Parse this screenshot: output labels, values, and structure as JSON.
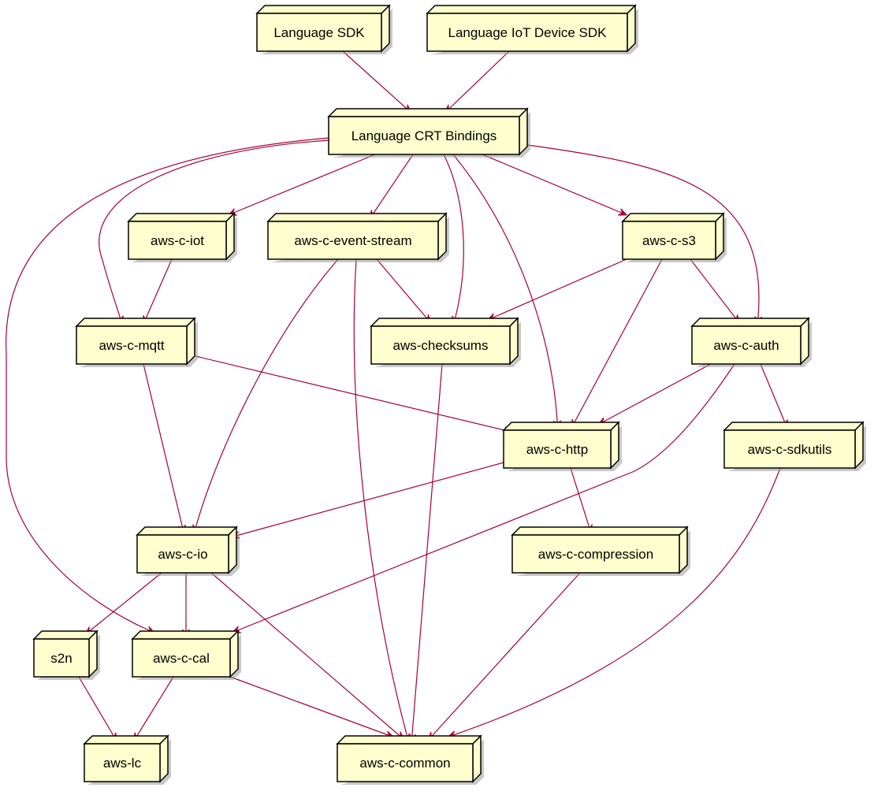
{
  "colors": {
    "node_fill": "#FEFECE",
    "node_border": "#000000",
    "edge": "#A80036"
  },
  "nodes": {
    "language_sdk": "Language SDK",
    "language_iot_device_sdk": "Language IoT Device SDK",
    "language_crt_bindings": "Language CRT Bindings",
    "aws_c_iot": "aws-c-iot",
    "aws_c_event_stream": "aws-c-event-stream",
    "aws_c_s3": "aws-c-s3",
    "aws_c_mqtt": "aws-c-mqtt",
    "aws_checksums": "aws-checksums",
    "aws_c_auth": "aws-c-auth",
    "aws_c_http": "aws-c-http",
    "aws_c_sdkutils": "aws-c-sdkutils",
    "aws_c_io": "aws-c-io",
    "aws_c_compression": "aws-c-compression",
    "s2n": "s2n",
    "aws_c_cal": "aws-c-cal",
    "aws_lc": "aws-lc",
    "aws_c_common": "aws-c-common"
  },
  "edges": [
    [
      "language_sdk",
      "language_crt_bindings"
    ],
    [
      "language_iot_device_sdk",
      "language_crt_bindings"
    ],
    [
      "language_crt_bindings",
      "aws_c_iot"
    ],
    [
      "language_crt_bindings",
      "aws_c_event_stream"
    ],
    [
      "language_crt_bindings",
      "aws_c_s3"
    ],
    [
      "language_crt_bindings",
      "aws_c_mqtt"
    ],
    [
      "language_crt_bindings",
      "aws_checksums"
    ],
    [
      "language_crt_bindings",
      "aws_c_auth"
    ],
    [
      "language_crt_bindings",
      "aws_c_http"
    ],
    [
      "language_crt_bindings",
      "aws_c_cal"
    ],
    [
      "aws_c_iot",
      "aws_c_mqtt"
    ],
    [
      "aws_c_event_stream",
      "aws_checksums"
    ],
    [
      "aws_c_event_stream",
      "aws_c_io"
    ],
    [
      "aws_c_event_stream",
      "aws_c_common"
    ],
    [
      "aws_c_s3",
      "aws_checksums"
    ],
    [
      "aws_c_s3",
      "aws_c_http"
    ],
    [
      "aws_c_s3",
      "aws_c_auth"
    ],
    [
      "aws_c_mqtt",
      "aws_c_http"
    ],
    [
      "aws_c_mqtt",
      "aws_c_io"
    ],
    [
      "aws_checksums",
      "aws_c_common"
    ],
    [
      "aws_c_auth",
      "aws_c_http"
    ],
    [
      "aws_c_auth",
      "aws_c_sdkutils"
    ],
    [
      "aws_c_auth",
      "aws_c_cal"
    ],
    [
      "aws_c_http",
      "aws_c_io"
    ],
    [
      "aws_c_http",
      "aws_c_compression"
    ],
    [
      "aws_c_sdkutils",
      "aws_c_common"
    ],
    [
      "aws_c_compression",
      "aws_c_common"
    ],
    [
      "aws_c_io",
      "s2n"
    ],
    [
      "aws_c_io",
      "aws_c_cal"
    ],
    [
      "aws_c_io",
      "aws_c_common"
    ],
    [
      "s2n",
      "aws_lc"
    ],
    [
      "aws_c_cal",
      "aws_lc"
    ],
    [
      "aws_c_cal",
      "aws_c_common"
    ]
  ]
}
